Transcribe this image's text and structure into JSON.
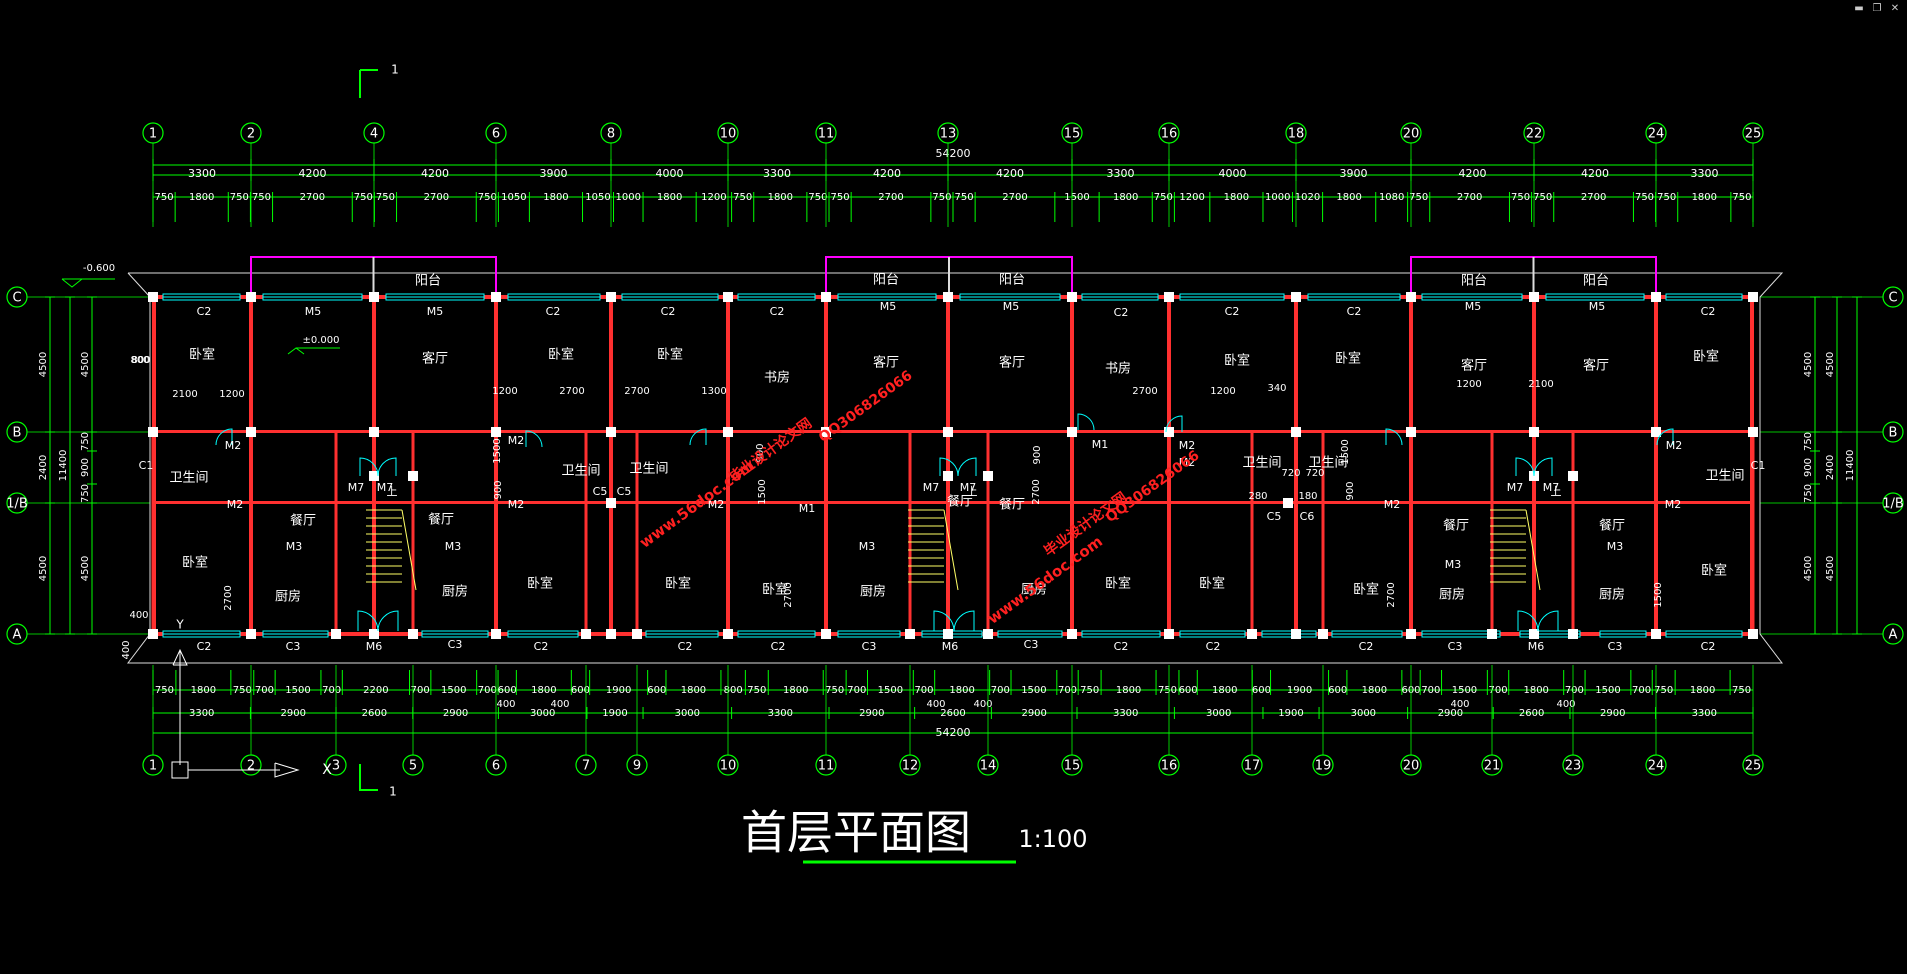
{
  "window_controls": {
    "minimize": "minimize-icon",
    "restore": "restore-icon",
    "close": "close-icon"
  },
  "colors": {
    "bg": "#000000",
    "dim": "#00ff00",
    "wall": "#ff3030",
    "balcony": "#ff00ff",
    "window": "#00ffff",
    "text": "#ffffff",
    "stair": "#ffff66",
    "grid": "#00ff00",
    "title_underline": "#00ff00",
    "watermark": "#ff2020"
  },
  "title": {
    "text": "首层平面图",
    "scale": "1:100"
  },
  "section_marks": {
    "top": "1",
    "bottom": "1"
  },
  "level_marks": {
    "outdoor": "-0.600",
    "indoor": "±0.000"
  },
  "axes": {
    "top": [
      "1",
      "2",
      "4",
      "6",
      "8",
      "10",
      "11",
      "13",
      "15",
      "16",
      "18",
      "20",
      "22",
      "24",
      "25"
    ],
    "bottom": [
      "1",
      "2",
      "3",
      "5",
      "6",
      "7",
      "9",
      "10",
      "11",
      "12",
      "14",
      "15",
      "16",
      "17",
      "19",
      "20",
      "21",
      "23",
      "24",
      "25"
    ],
    "left": [
      "C",
      "B",
      "1/B",
      "A"
    ],
    "right": [
      "C",
      "B",
      "1/B",
      "A"
    ]
  },
  "dims": {
    "top_total": "54200",
    "top_bays": [
      "3300",
      "4200",
      "4200",
      "3900",
      "4000",
      "3300",
      "4200",
      "4200",
      "3300",
      "4000",
      "3900",
      "4200",
      "4200",
      "3300"
    ],
    "top_detail": [
      "750",
      "1800",
      "750",
      "750",
      "2700",
      "750",
      "750",
      "2700",
      "750",
      "1050",
      "1800",
      "1050",
      "1000",
      "1800",
      "1200",
      "750",
      "1800",
      "750",
      "750",
      "2700",
      "750",
      "750",
      "2700",
      "1500",
      "1800",
      "750",
      "1200",
      "1800",
      "1000",
      "1020",
      "1800",
      "1080",
      "750",
      "2700",
      "750",
      "750",
      "2700",
      "750",
      "750",
      "1800",
      "750"
    ],
    "bottom_detail": [
      "750",
      "1800",
      "750",
      "700",
      "1500",
      "700",
      "2200",
      "700",
      "1500",
      "700",
      "600",
      "1800",
      "600",
      "1900",
      "600",
      "1800",
      "800",
      "750",
      "1800",
      "750",
      "700",
      "1500",
      "700",
      "1800",
      "700",
      "1500",
      "700",
      "750",
      "1800",
      "750",
      "600",
      "1800",
      "600",
      "1900",
      "600",
      "1800",
      "600",
      "700",
      "1500",
      "700",
      "1800",
      "700",
      "1500",
      "700",
      "750",
      "1800",
      "750"
    ],
    "bottom_bays": [
      "3300",
      "2900",
      "2600",
      "2900",
      "3000",
      "1900",
      "3000",
      "3300",
      "2900",
      "2600",
      "2900",
      "3300",
      "3000",
      "1900",
      "3000",
      "2900",
      "2600",
      "2900",
      "3300"
    ],
    "bottom_total": "54200",
    "bottom_small": [
      "400",
      "400",
      "400",
      "400",
      "400",
      "400"
    ],
    "left_outer": [
      "4500",
      "2400",
      "4500"
    ],
    "left_total": "11400",
    "left_inner": [
      "4500",
      "750",
      "900",
      "750",
      "4500"
    ],
    "right_outer": [
      "4500",
      "2400",
      "4500"
    ],
    "right_total": "11400",
    "right_inner": [
      "4500",
      "750",
      "900",
      "750",
      "4500"
    ],
    "small_left": [
      "800",
      "400",
      "400"
    ],
    "rooms_inner": [
      "2100",
      "1200",
      "1200",
      "2700",
      "2700",
      "1300",
      "2700",
      "1200",
      "1200",
      "2100",
      "340",
      "720",
      "720",
      "280",
      "180",
      "800",
      "1500",
      "900",
      "1500",
      "900",
      "2700",
      "2700",
      "2700",
      "1500",
      "900",
      "1500",
      "900",
      "2700"
    ]
  },
  "rooms": {
    "bedroom": "卧室",
    "living": "客厅",
    "study": "书房",
    "bath": "卫生间",
    "dining": "餐厅",
    "kitchen": "厨房",
    "balcony": "阳台"
  },
  "openings": {
    "C1": "C1",
    "C2": "C2",
    "C3": "C3",
    "C5": "C5",
    "C6": "C6",
    "M1": "M1",
    "M2": "M2",
    "M3": "M3",
    "M5": "M5",
    "M6": "M6",
    "M7": "M7",
    "up": "上"
  },
  "room_labels": [
    {
      "t": "阳台"
    },
    {
      "t": "阳台"
    },
    {
      "t": "阳台"
    },
    {
      "t": "阳台"
    },
    {
      "t": "阳台"
    },
    {
      "t": "卧室"
    },
    {
      "t": "客厅"
    },
    {
      "t": "卧室"
    },
    {
      "t": "卧室"
    },
    {
      "t": "书房"
    },
    {
      "t": "客厅"
    },
    {
      "t": "客厅"
    },
    {
      "t": "书房"
    },
    {
      "t": "卧室"
    },
    {
      "t": "卧室"
    },
    {
      "t": "客厅"
    },
    {
      "t": "客厅"
    },
    {
      "t": "卧室"
    },
    {
      "t": "卫生间"
    },
    {
      "t": "卫生间"
    },
    {
      "t": "卫生间"
    },
    {
      "t": "卫生间"
    },
    {
      "t": "卫生间"
    },
    {
      "t": "卫生间"
    },
    {
      "t": "餐厅"
    },
    {
      "t": "餐厅"
    },
    {
      "t": "餐厅"
    },
    {
      "t": "餐厅"
    },
    {
      "t": "餐厅"
    },
    {
      "t": "餐厅"
    },
    {
      "t": "卧室"
    },
    {
      "t": "厨房"
    },
    {
      "t": "厨房"
    },
    {
      "t": "卧室"
    },
    {
      "t": "卧室"
    },
    {
      "t": "卧室"
    },
    {
      "t": "厨房"
    },
    {
      "t": "厨房"
    },
    {
      "t": "卧室"
    },
    {
      "t": "卧室"
    },
    {
      "t": "卧室"
    },
    {
      "t": "厨房"
    },
    {
      "t": "厨房"
    },
    {
      "t": "卧室"
    }
  ],
  "watermarks": [
    {
      "t": "www.56doc.com"
    },
    {
      "t": "QQ306826066"
    },
    {
      "t": "毕业设计论文网"
    },
    {
      "t": "www.56doc.com"
    },
    {
      "t": "QQ306826066"
    },
    {
      "t": "毕业设计论文网"
    }
  ]
}
